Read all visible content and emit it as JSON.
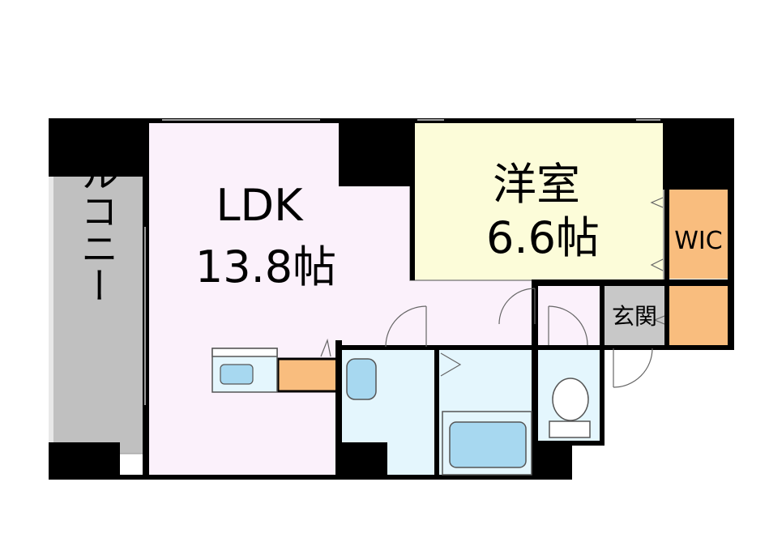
{
  "rooms": {
    "ldk": {
      "name": "LDK",
      "size": "13.8帖"
    },
    "western": {
      "name": "洋室",
      "size": "6.6帖"
    },
    "wic": {
      "name": "WIC"
    },
    "entrance": {
      "name": "玄関"
    },
    "balcony": {
      "name": "バルコニー"
    }
  },
  "colors": {
    "wall": "#000000",
    "ldk": "#fbf1fb",
    "western": "#fcfcd9",
    "wet_area": "#e4f6fd",
    "storage": "#f9bd7e",
    "balcony": "#c0c0c0",
    "entrance": "#c8c8c8",
    "fixture_blue": "#a7d8f0"
  }
}
